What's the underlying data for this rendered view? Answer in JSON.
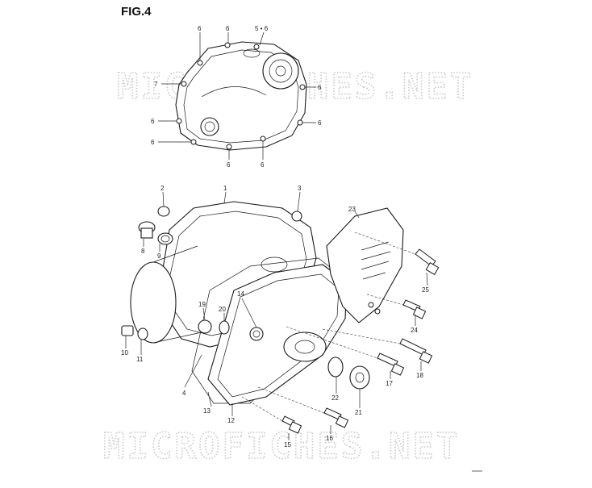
{
  "figure": {
    "title": "FIG.4"
  },
  "watermarks": [
    "MICROFICHES.NET",
    "MICROFICHES.NET"
  ],
  "top_view_callouts": [
    "6",
    "6",
    "5 • 6",
    "7",
    "6",
    "6",
    "6",
    "6",
    "6",
    "6"
  ],
  "bottom_view_callouts": [
    "1",
    "2",
    "3",
    "8",
    "9",
    "23",
    "25",
    "14",
    "19",
    "20",
    "24",
    "10",
    "11",
    "18",
    "4",
    "17",
    "22",
    "21",
    "13",
    "12",
    "16",
    "15"
  ]
}
